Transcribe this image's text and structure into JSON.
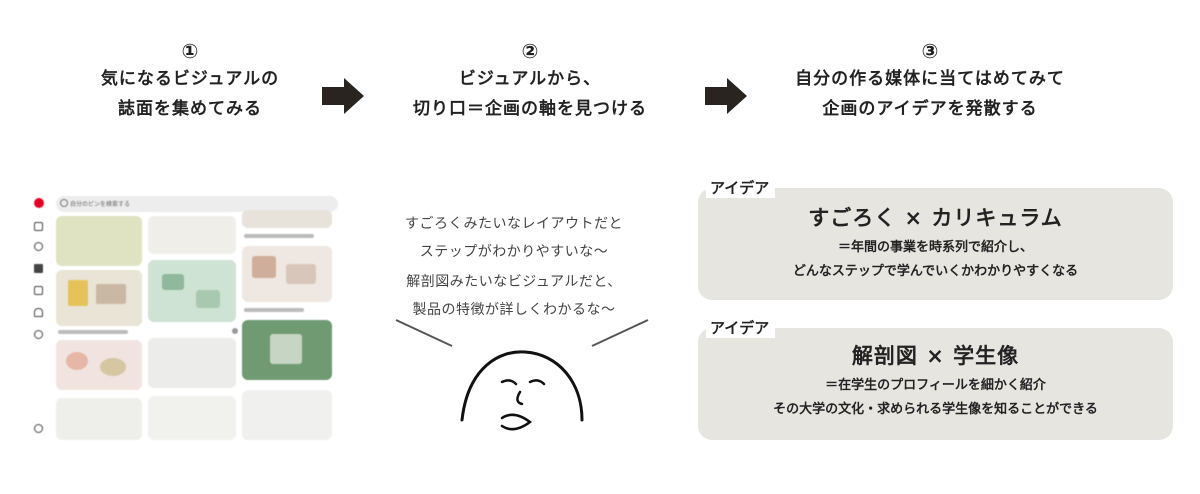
{
  "steps": [
    {
      "number": "①",
      "line1": "気になるビジュアルの",
      "line2": "誌面を集めてみる"
    },
    {
      "number": "②",
      "line1": "ビジュアルから、",
      "line2": "切り口＝企画の軸を見つける"
    },
    {
      "number": "③",
      "line1": "自分の作る媒体に当てはめてみて",
      "line2": "企画のアイデアを発散する"
    }
  ],
  "pinterest": {
    "search_placeholder": "自分のピンを検索する",
    "brand_color": "#e60023"
  },
  "thoughts": [
    {
      "line1": "すごろくみたいなレイアウトだと",
      "line2": "ステップがわかりやすいな〜"
    },
    {
      "line1": "解剖図みたいなビジュアルだと、",
      "line2": "製品の特徴が詳しくわかるな〜"
    }
  ],
  "ideas": [
    {
      "tag": "アイデア",
      "title": "すごろく × カリキュラム",
      "desc1": "＝年間の事業を時系列で紹介し、",
      "desc2": "どんなステップで学んでいくかわかりやすくなる"
    },
    {
      "tag": "アイデア",
      "title": "解剖図 × 学生像",
      "desc1": "＝在学生のプロフィールを細かく紹介",
      "desc2": "その大学の文化・求められる学生像を知ることができる"
    }
  ],
  "colors": {
    "arrow": "#2a2420",
    "idea_bg": "#e7e5e0",
    "text": "#222222"
  }
}
